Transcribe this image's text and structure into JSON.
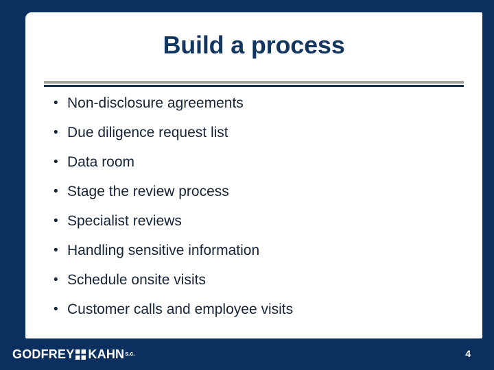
{
  "slide": {
    "title": "Build a process",
    "bullet_marker": "•",
    "bullets": [
      {
        "text": "Non-disclosure agreements"
      },
      {
        "text": "Due diligence request list"
      },
      {
        "text": "Data room"
      },
      {
        "text": "Stage the review process"
      },
      {
        "text": "Specialist reviews"
      },
      {
        "text": "Handling sensitive information"
      },
      {
        "text": "Schedule onsite visits"
      },
      {
        "text": "Customer calls and employee visits"
      }
    ]
  },
  "footer": {
    "logo_word_1": "GODFREY",
    "logo_icon": "grid-square-icon",
    "logo_word_2": "KAHN",
    "logo_suffix": "s.c.",
    "page_number": "4"
  },
  "colors": {
    "background_navy": "#0b2f5e",
    "panel_white": "#ffffff",
    "title_navy": "#13365f",
    "body_text": "#152436",
    "rule_tan": "#a8a196",
    "rule_navy": "#17314a",
    "footer_text": "#ffffff"
  }
}
